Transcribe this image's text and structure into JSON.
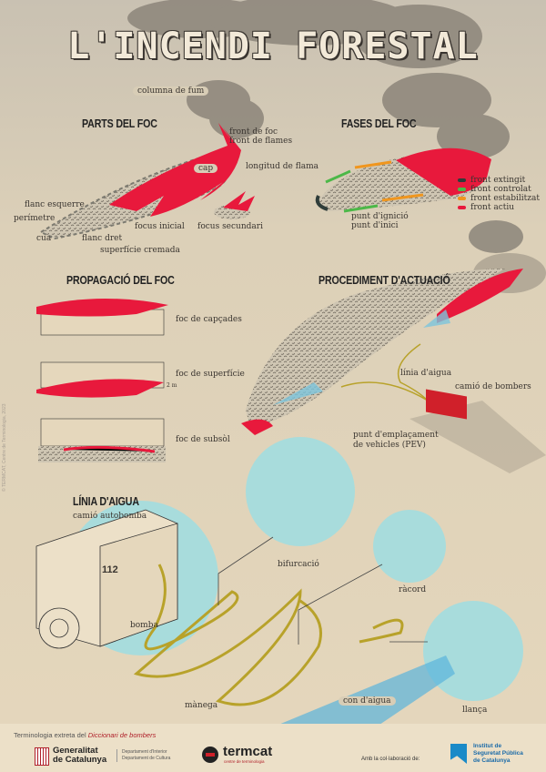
{
  "title": "L'INCENDI FORESTAL",
  "smoke_label": "columna de fum",
  "parts": {
    "heading": "PARTS DEL FOC",
    "labels": {
      "front": "front de foc",
      "front_alt": "front de flames",
      "cap": "cap",
      "flame_length": "longitud de flama",
      "left_flank": "flanc esquerre",
      "perimeter": "perímetre",
      "tail": "cua",
      "right_flank": "flanc dret",
      "initial_focus": "focus inicial",
      "secondary_focus": "focus secundari",
      "burned_area": "superfície cremada"
    }
  },
  "phases": {
    "heading": "FASES DEL FOC",
    "ignition": "punt d'ignició",
    "ignition_alt": "punt d'inici",
    "legend": [
      {
        "label": "front extingit",
        "color": "#2f3d3a"
      },
      {
        "label": "front controlat",
        "color": "#4cb848"
      },
      {
        "label": "front estabilitzat",
        "color": "#f0961e"
      },
      {
        "label": "front actiu",
        "color": "#e8193c"
      }
    ]
  },
  "propagation": {
    "heading": "PROPAGACIÓ DEL FOC",
    "types": [
      "foc de capçades",
      "foc de superfície",
      "foc de subsòl"
    ],
    "height_mark": "2 m"
  },
  "procedure": {
    "heading": "PROCEDIMENT D'ACTUACIÓ",
    "water_line": "línia d'aigua",
    "truck": "camió de bombers",
    "pev": "punt d'emplaçament",
    "pev2": "de vehicles (PEV)"
  },
  "water_line": {
    "heading": "LÍNIA D'AIGUA",
    "truck": "camió autobomba",
    "pump": "bomba",
    "splitter": "bifurcació",
    "coupling": "ràcord",
    "hose": "mànega",
    "jet": "con d'aigua",
    "nozzle": "llança",
    "truck_number": "112"
  },
  "credit": "© TERMCAT, Centre de Terminologia, 2023",
  "footer": {
    "source_prefix": "Terminologia extreta del",
    "source_title": "Diccionari de bombers",
    "gencat_1": "Generalitat",
    "gencat_2": "de Catalunya",
    "dept_1": "Departament d'Interior",
    "dept_2": "Departament de Cultura",
    "termcat": "termcat",
    "termcat_sub": "centre de terminologia",
    "collab": "Amb la col·laboració de:",
    "ispc_1": "Institut de",
    "ispc_2": "Seguretat Pública",
    "ispc_3": "de Catalunya"
  },
  "colors": {
    "fire": "#e8193c",
    "water": "#a8dcdc",
    "hose": "#b8a22a",
    "jet": "#5ab4dc"
  }
}
